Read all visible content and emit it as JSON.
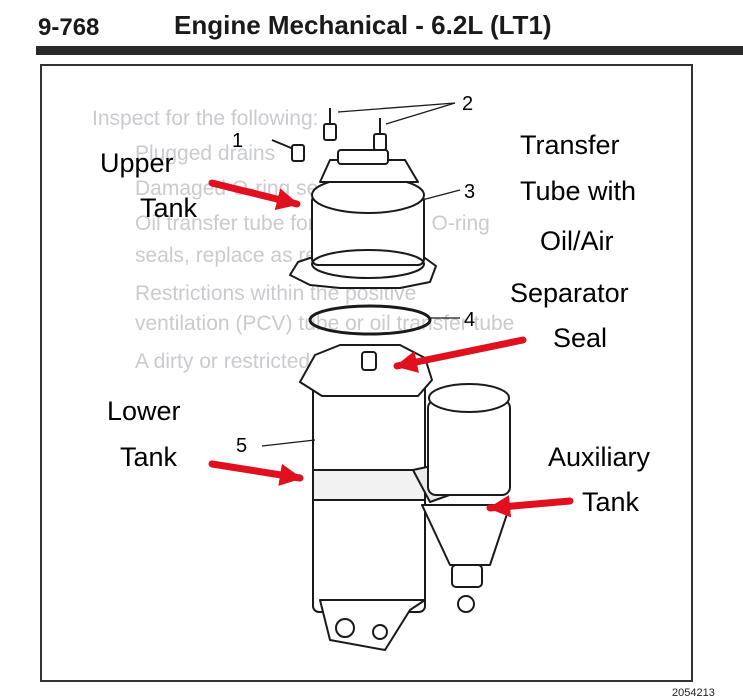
{
  "header": {
    "page_number": "9-768",
    "title": "Engine Mechanical - 6.2L (LT1)"
  },
  "figure": {
    "figure_id": "2054213",
    "callout_numbers": [
      "1",
      "2",
      "3",
      "4",
      "5"
    ],
    "labels": {
      "upper_tank": [
        "Upper",
        "Tank"
      ],
      "lower_tank": [
        "Lower",
        "Tank"
      ],
      "transfer_tube": [
        "Transfer",
        "Tube with",
        "Oil/Air",
        "Separator",
        "Seal"
      ],
      "auxiliary_tank": [
        "Auxiliary",
        "Tank"
      ]
    },
    "arrow_color": "#e0101f"
  },
  "bleed_through": {
    "lines": [
      "Inspect for the following:",
      "Plugged drains",
      "Damaged O-ring seals",
      "Oil transfer tube for a damaged O-ring",
      "seals, replace as required",
      "Restrictions within the positive",
      "ventilation (PCV) tube or oil transfer tube",
      "A dirty or restricted"
    ]
  }
}
